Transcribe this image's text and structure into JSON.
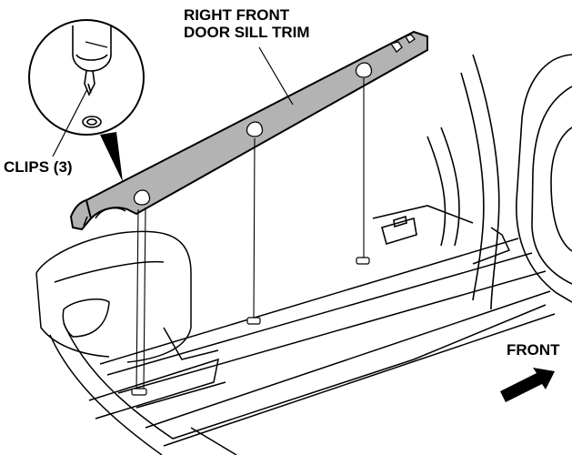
{
  "labels": {
    "title_line1": "RIGHT FRONT",
    "title_line2": "DOOR SILL TRIM",
    "clips": "CLIPS (3)",
    "front": "FRONT"
  },
  "icons": {
    "front_arrow": "arrow-right-icon",
    "clip_detail": "magnifier-circle-icon"
  },
  "colors": {
    "trim_fill": "#b3b3b3",
    "line": "#000000",
    "background": "#ffffff"
  }
}
